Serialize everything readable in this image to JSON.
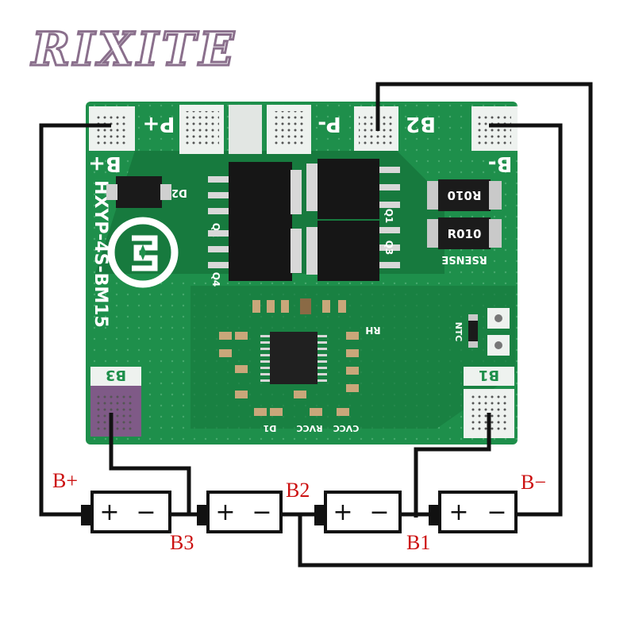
{
  "watermark": "RIXITE",
  "board": {
    "model": "HXYP-4S-BM15",
    "pad_labels": {
      "p_plus": "P+",
      "p_minus": "P-",
      "b2": "B2",
      "b_minus": "B-",
      "b_plus": "B+",
      "b3": "B3",
      "b1": "B1"
    },
    "components": {
      "q1": "Q1",
      "q2": "Q2",
      "q3": "Q3",
      "q4": "Q4",
      "d2": "D2",
      "rsense": "RSENSE",
      "r010": "R010",
      "ntc": "NTC",
      "rh": "RH",
      "cvcc": "CVCC",
      "rvcc": "RVCC",
      "d1": "D1"
    }
  },
  "wiring": {
    "label_b_plus": "B+",
    "label_b3": "B3",
    "label_b2": "B2",
    "label_b1": "B1",
    "label_b_minus": "B−",
    "cell_plus": "+",
    "cell_minus": "−"
  },
  "colors": {
    "pcb": "#1e8f4b",
    "pcb_dark": "#177a3e",
    "pad": "#eef2ef",
    "wire": "#111111",
    "label": "#cc1111",
    "watermark": "#8a6f8c"
  }
}
